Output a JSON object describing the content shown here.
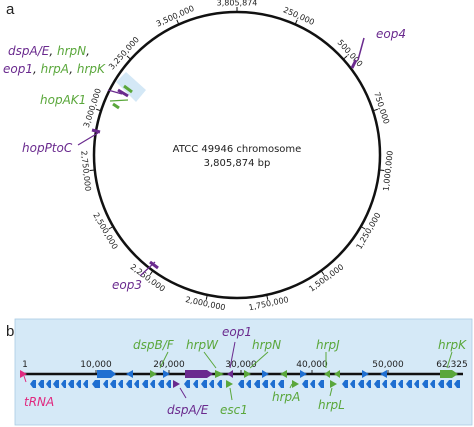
{
  "panel_a": {
    "letter": "a",
    "chromosome_name": "ATCC 49946 chromosome",
    "chromosome_size": "3,805,874 bp",
    "scale_labels": [
      "3,805,874",
      "250,000",
      "500,000",
      "750,000",
      "1,000,000",
      "1,250,000",
      "1,500,000",
      "1,750,000",
      "2,000,000",
      "2,250,000",
      "2,500,000",
      "2,750,000",
      "3,000,000",
      "3,250,000",
      "3,500,000"
    ],
    "gene_labels": {
      "dspAE": "dspA/E",
      "comma1": ",",
      "hrpN": "hrpN",
      "comma2": ",",
      "eop1": "eop1",
      "comma3": ",",
      "hrpA": "hrpA",
      "comma4": ",",
      "hrpK": "hrpK",
      "hopAK1": "hopAK1",
      "hopPtoC": "hopPtoC",
      "eop3": "eop3",
      "eop4": "eop4"
    },
    "colors": {
      "purple": "#6a2a8e",
      "green": "#5aa73b",
      "highlight": "#cfe6f5"
    }
  },
  "panel_b": {
    "letter": "b",
    "coordinates": [
      "1",
      "10,000",
      "20,000",
      "30,000",
      "40,000",
      "50,000",
      "62,325"
    ],
    "gene_labels": {
      "dspBF": "dspB/F",
      "hrpW": "hrpW",
      "eop1": "eop1",
      "hrpN": "hrpN",
      "hrpJ": "hrpJ",
      "hrpK": "hrpK",
      "tRNA": "tRNA",
      "dspAE": "dspA/E",
      "esc1": "esc1",
      "hrpA": "hrpA",
      "hrpL": "hrpL"
    },
    "colors": {
      "background": "#d5e9f7",
      "genes": "#1f6fd1",
      "purple": "#6a2a8e",
      "green": "#5aa73b",
      "pink": "#e0297f"
    }
  }
}
